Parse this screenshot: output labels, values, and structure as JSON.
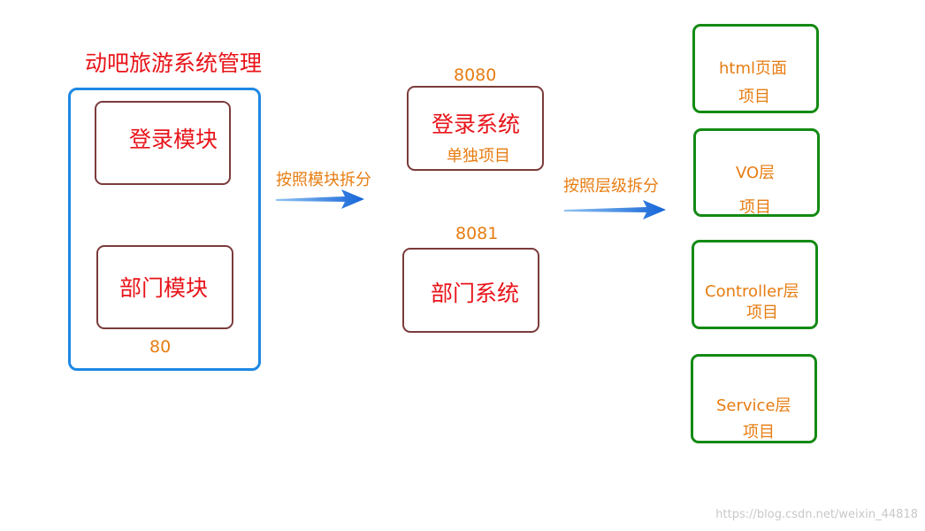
{
  "system": {
    "title": "动吧旅游系统管理",
    "login_module": "登录模块",
    "dept_module": "部门模块",
    "port": "80"
  },
  "split_by_module": {
    "arrow_label": "按照模块拆分",
    "login": {
      "port": "8080",
      "title": "登录系统",
      "subtitle": "单独项目"
    },
    "dept": {
      "port": "8081",
      "title": "部门系统"
    }
  },
  "split_by_layer": {
    "arrow_label": "按照层级拆分",
    "layers": [
      {
        "title": "html页面",
        "subtitle": "项目"
      },
      {
        "title": "VO层",
        "subtitle": "项目"
      },
      {
        "title": "Controller层",
        "subtitle": "项目"
      },
      {
        "title": "Service层",
        "subtitle": "项目"
      }
    ]
  },
  "watermark": "https://blog.csdn.net/weixin_44818"
}
